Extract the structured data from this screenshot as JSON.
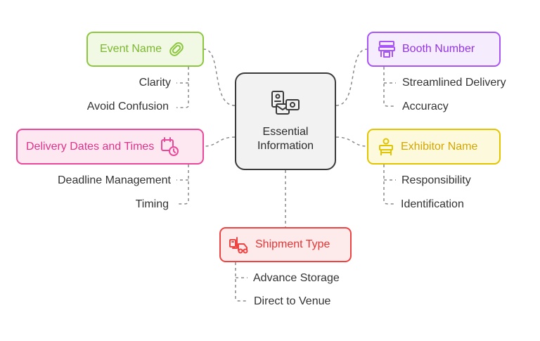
{
  "center": {
    "title": "Essential\nInformation",
    "icon": "documents-icon"
  },
  "nodes": {
    "event_name": {
      "label": "Event Name",
      "icon": "paperclip-icon",
      "color": "#8dc63f",
      "fill": "#f1f9e4",
      "children": [
        "Clarity",
        "Avoid Confusion"
      ]
    },
    "booth_number": {
      "label": "Booth Number",
      "icon": "booth-icon",
      "color": "#a855f7",
      "fill": "#f5ecfe",
      "children": [
        "Streamlined Delivery",
        "Accuracy"
      ]
    },
    "delivery_dates": {
      "label": "Delivery Dates and Times",
      "icon": "calendar-clock-icon",
      "color": "#ec4899",
      "fill": "#fde8f2",
      "children": [
        "Deadline Management",
        "Timing"
      ]
    },
    "exhibitor_name": {
      "label": "Exhibitor Name",
      "icon": "person-desk-icon",
      "color": "#e2c400",
      "fill": "#fdf9dc",
      "children": [
        "Responsibility",
        "Identification"
      ]
    },
    "shipment_type": {
      "label": "Shipment Type",
      "icon": "shipping-icon",
      "color": "#ef4444",
      "fill": "#fdeaea",
      "children": [
        "Advance Storage",
        "Direct to Venue"
      ]
    }
  }
}
